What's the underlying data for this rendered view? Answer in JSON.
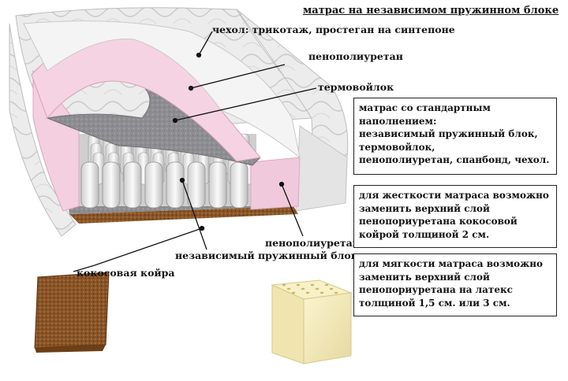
{
  "title": "матрас на независимом пружинном блоке",
  "labels": {
    "cover": "чехол: трикотаж, простеган на синтепоне",
    "foam_top": "пенополиуретан",
    "felt": "термовойлок",
    "foam_side": "пенополиуретан",
    "spring_block": "независимый пружинный блок",
    "coconut": "кокосовая койра"
  },
  "boxes": {
    "standard": [
      "матрас со стандартным",
      "наполнением:",
      "независимый пружинный блок,",
      "термовойлок,",
      "пенополиуретан, спанбонд, чехол."
    ],
    "firm": [
      "для жесткости матраса возможно",
      "заменить верхний слой",
      "пенопориуретана кокосовой",
      "койрой толщиной 2 см."
    ],
    "soft": [
      "для мягкости матраса возможно",
      "заменить верхний слой",
      "пенопориуретана на латекс",
      "толщиной 1,5 см.  или 3 см."
    ]
  },
  "colors": {
    "quilt": "#ededed",
    "pink_foam": "#f4d6e4",
    "felt": "#8a8a8e",
    "coconut": "#8b5a2b",
    "latex": "#f3e9b8"
  }
}
